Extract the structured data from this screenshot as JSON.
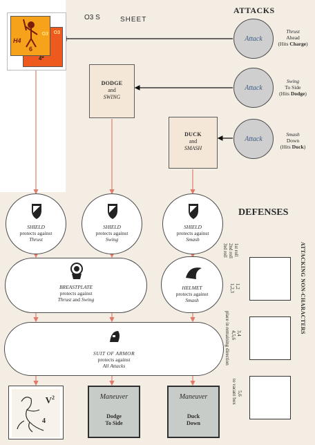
{
  "header": {
    "code": "O3 S",
    "title": "SHEET"
  },
  "headings": {
    "attacks": "ATTACKS",
    "defenses": "DEFENSES"
  },
  "counter": {
    "front_code": "O3",
    "front_left": "H4",
    "front_bottom": "6",
    "back_code": "O3",
    "back_stat": "4*"
  },
  "maneuvers": {
    "dodge_swing": {
      "line1": "DODGE",
      "line2": "and",
      "line3": "SWING"
    },
    "duck_smash": {
      "line1": "DUCK",
      "line2": "and",
      "line3": "SMASH"
    }
  },
  "attacks": [
    {
      "label": "Attack",
      "line1": "Thrust",
      "line2": "Ahead",
      "hits_prefix": "(Hits ",
      "hits": "Charge",
      "hits_suffix": ")"
    },
    {
      "label": "Attack",
      "line1": "Swing",
      "line2": "To Side",
      "hits_prefix": "(Hits ",
      "hits": "Dodge",
      "hits_suffix": ")"
    },
    {
      "label": "Attack",
      "line1": "Smash",
      "line2": "Down",
      "hits_prefix": "(Hits ",
      "hits": "Duck",
      "hits_suffix": ")"
    }
  ],
  "defenses": {
    "shield_thrust": {
      "line1": "SHIELD",
      "line2": "protects against",
      "line3": "Thrust"
    },
    "shield_swing": {
      "line1": "SHIELD",
      "line2": "protects against",
      "line3": "Swing"
    },
    "shield_smash": {
      "line1": "SHIELD",
      "line2": "protects against",
      "line3": "Smash"
    },
    "breastplate": {
      "line1": "BREASTPLATE",
      "line2": "protects against",
      "line3a": "Thrust",
      "line3b": " and ",
      "line3c": "Swing"
    },
    "helmet": {
      "line1": "HELMET",
      "line2": "protects against",
      "line3": "Smash"
    },
    "suit_of_armor": {
      "line1": "SUIT OF ARMOR",
      "line2": "protects against",
      "line3": "All Attacks"
    }
  },
  "bottom": {
    "creature": {
      "code": "V",
      "code_sup": "2",
      "value": "4"
    },
    "dodge": {
      "title": "Maneuver",
      "line1": "Dodge",
      "line2": "To Side"
    },
    "duck": {
      "title": "Maneuver",
      "line1": "Duck",
      "line2": "Down"
    }
  },
  "side": {
    "heading": "ATTACKING NON-CHARACTERS",
    "roll1": "1st roll",
    "roll2": "2nd roll",
    "roll3": "3rd roll",
    "box1": {
      "a": "1,2",
      "b": "1,2,3"
    },
    "box2": {
      "a": "3,4",
      "b": "4,5,6"
    },
    "place_note": "place in remaining direction",
    "box3": {
      "a": "5,6",
      "note": "to vacant box"
    }
  }
}
